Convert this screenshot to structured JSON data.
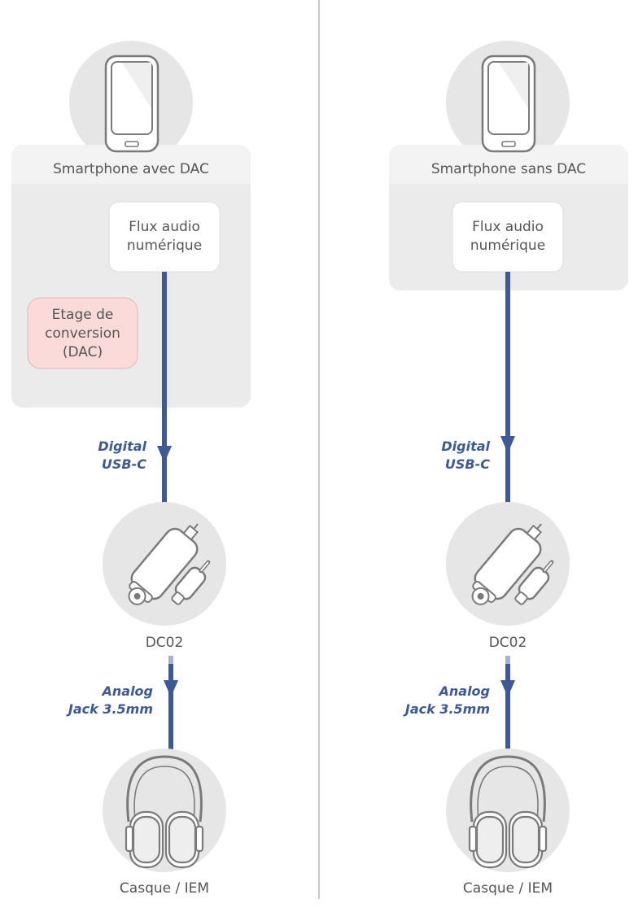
{
  "colors": {
    "accent": "#3d5a94",
    "dac_stage": "#fbdada",
    "panel_gray": "#ebebeb",
    "circle_gray": "#e6e6e6"
  },
  "left": {
    "device_title": "Smartphone avec DAC",
    "stream_box": [
      "Flux audio",
      "numérique"
    ],
    "dac_box": [
      "Etage de",
      "conversion",
      "(DAC)"
    ],
    "digital_link": [
      "Digital",
      "USB-C"
    ],
    "dongle_label": "DC02",
    "analog_link": [
      "Analog",
      "Jack 3.5mm"
    ],
    "output_label": "Casque / IEM"
  },
  "right": {
    "device_title": "Smartphone sans DAC",
    "stream_box": [
      "Flux audio",
      "numérique"
    ],
    "digital_link": [
      "Digital",
      "USB-C"
    ],
    "dongle_label": "DC02",
    "analog_link": [
      "Analog",
      "Jack 3.5mm"
    ],
    "output_label": "Casque / IEM"
  }
}
